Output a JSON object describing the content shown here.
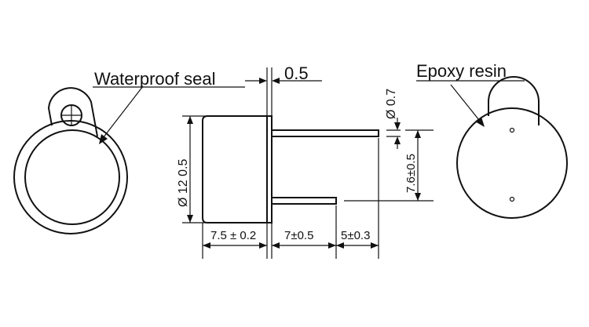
{
  "labels": {
    "waterproof_seal": "Waterproof seal",
    "epoxy_resin": "Epoxy resin"
  },
  "dimensions": {
    "plate_thickness": "0.5",
    "pin_diameter": "Ø 0.7",
    "pin_spacing": "7.6±0.5",
    "body_diameter": "Ø 12 0.5",
    "body_length": "7.5 ± 0.2",
    "pin_length_1": "7±0.5",
    "pin_length_2": "5±0.3"
  },
  "colors": {
    "line": "#111111",
    "background": "#ffffff"
  }
}
